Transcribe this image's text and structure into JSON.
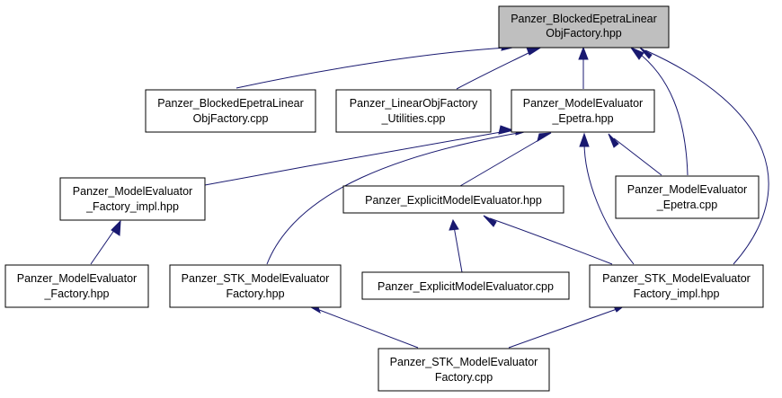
{
  "graph": {
    "nodes": {
      "root": {
        "line1": "Panzer_BlockedEpetraLinear",
        "line2": "ObjFactory.hpp"
      },
      "blocked_cpp": {
        "line1": "Panzer_BlockedEpetraLinear",
        "line2": "ObjFactory.cpp"
      },
      "linear_util": {
        "line1": "Panzer_LinearObjFactory",
        "line2": "_Utilities.cpp"
      },
      "me_epetra_hpp": {
        "line1": "Panzer_ModelEvaluator",
        "line2": "_Epetra.hpp"
      },
      "me_factory_impl": {
        "line1": "Panzer_ModelEvaluator",
        "line2": "_Factory_impl.hpp"
      },
      "explicit_hpp": {
        "line1": "Panzer_ExplicitModelEvaluator.hpp"
      },
      "me_epetra_cpp": {
        "line1": "Panzer_ModelEvaluator",
        "line2": "_Epetra.cpp"
      },
      "me_factory_hpp": {
        "line1": "Panzer_ModelEvaluator",
        "line2": "_Factory.hpp"
      },
      "stk_factory_hpp": {
        "line1": "Panzer_STK_ModelEvaluator",
        "line2": "Factory.hpp"
      },
      "explicit_cpp": {
        "line1": "Panzer_ExplicitModelEvaluator.cpp"
      },
      "stk_factory_impl": {
        "line1": "Panzer_STK_ModelEvaluator",
        "line2": "Factory_impl.hpp"
      },
      "stk_factory_cpp": {
        "line1": "Panzer_STK_ModelEvaluator",
        "line2": "Factory.cpp"
      }
    },
    "colors": {
      "edge": "#191970",
      "root_fill": "#bfbfbf",
      "node_fill": "#ffffff",
      "border": "#000000"
    }
  }
}
